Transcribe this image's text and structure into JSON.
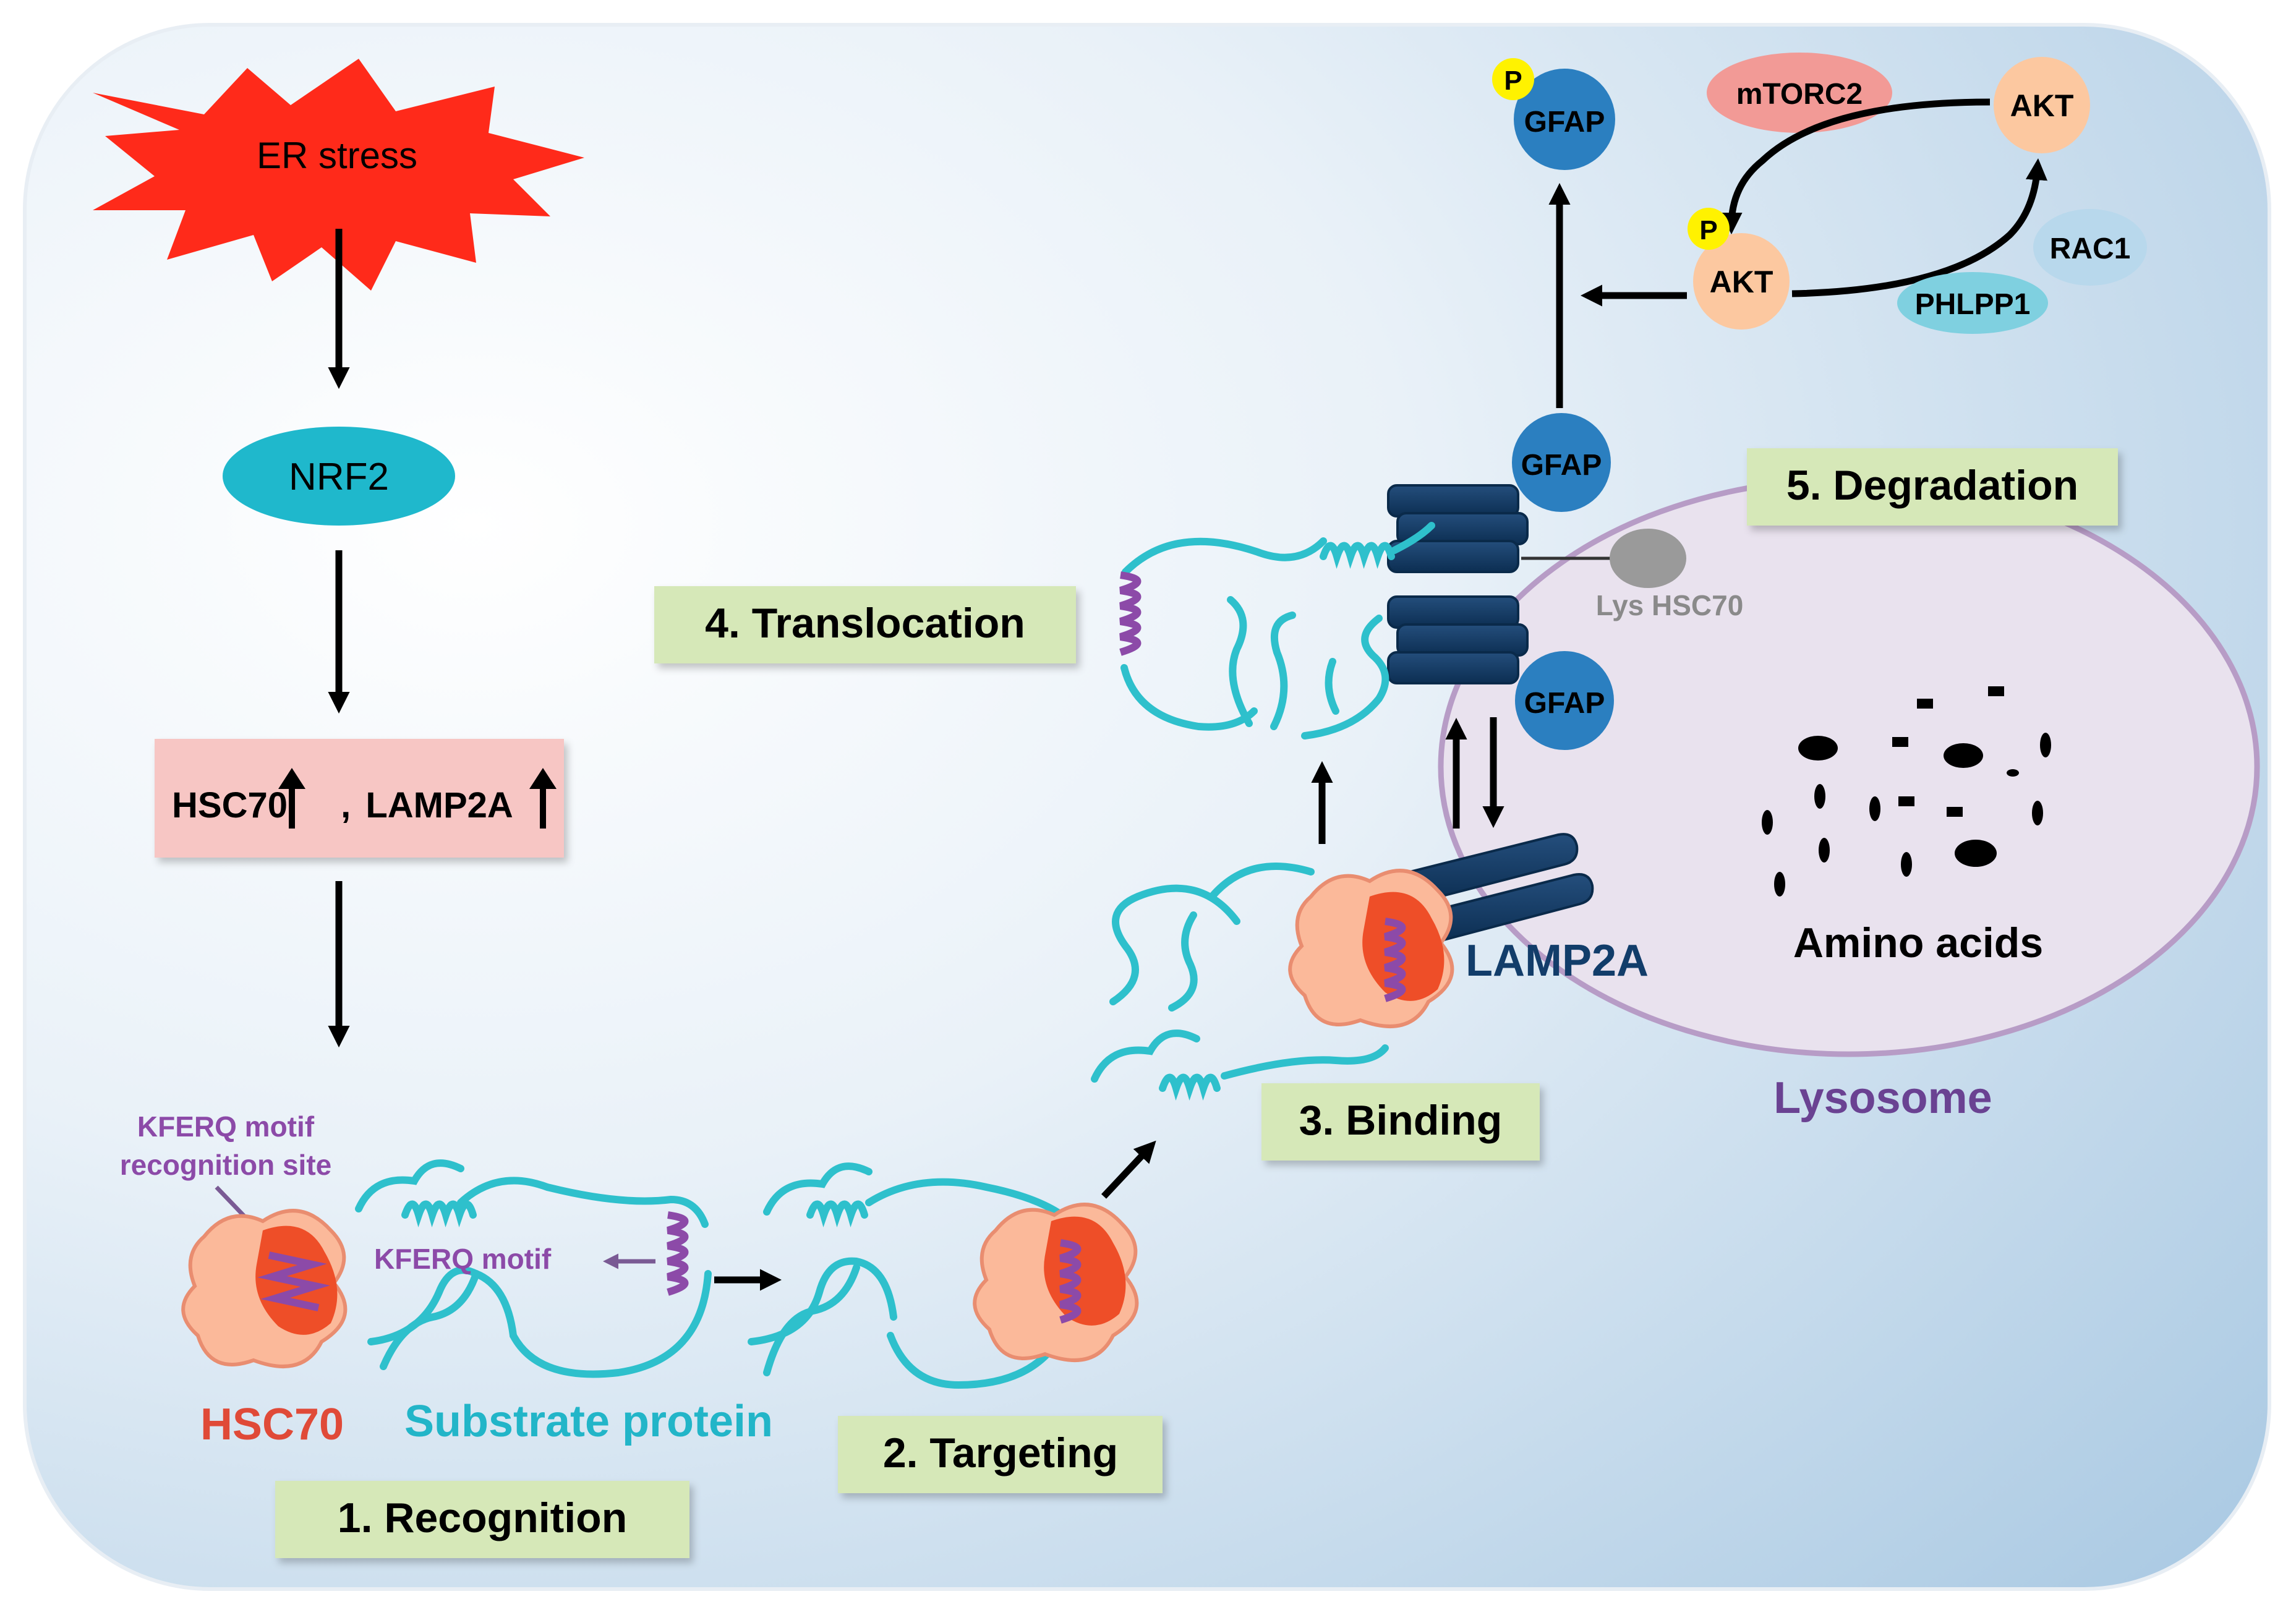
{
  "pathway": {
    "stress": "ER stress",
    "factor": "NRF2",
    "upregulation": {
      "hsc70": "HSC70",
      "separator": ",",
      "lamp2a": "LAMP2A"
    }
  },
  "labels": {
    "kferq_site_line1": "KFERQ motif",
    "kferq_site_line2": "recognition site",
    "kferq_motif": "KFERQ motif",
    "hsc70": "HSC70",
    "substrate": "Substrate protein",
    "lamp2a": "LAMP2A",
    "lys_hsc70": "Lys HSC70",
    "amino_acids": "Amino acids",
    "lysosome": "Lysosome"
  },
  "steps": {
    "recognition": "1. Recognition",
    "targeting": "2. Targeting",
    "binding": "3. Binding",
    "translocation": "4. Translocation",
    "degradation": "5. Degradation"
  },
  "signaling": {
    "gfap_top": "GFAP",
    "gfap_upper": "GFAP",
    "gfap_lower": "GFAP",
    "phospho": "P",
    "phospho_akt": "P",
    "mtorc2": "mTORC2",
    "akt_top": "AKT",
    "akt_phospho": "AKT",
    "rac1": "RAC1",
    "phlpp1": "PHLPP1"
  },
  "colors": {
    "stress_burst": "#ff2a1a",
    "nrf2": "#1fb8cc",
    "upregulation_box": "#f7c6c4",
    "step_box": "#d6e8b8",
    "gfap": "#2b7fc0",
    "akt": "#fcc8a0",
    "mtorc2": "#f29a96",
    "rac1": "#b8d8ec",
    "phlpp1": "#7fd0e0",
    "phospho": "#fff200",
    "lamp2a": "#113b66",
    "lysosome_fill": "#e9e2ee",
    "lysosome_stroke": "#b79cc6",
    "lysosome_label": "#6a4292",
    "substrate": "#2ec0cc",
    "kferq": "#8c4aa8",
    "hsc70_body": "#fbb99a",
    "hsc70_core": "#ee4e28"
  }
}
